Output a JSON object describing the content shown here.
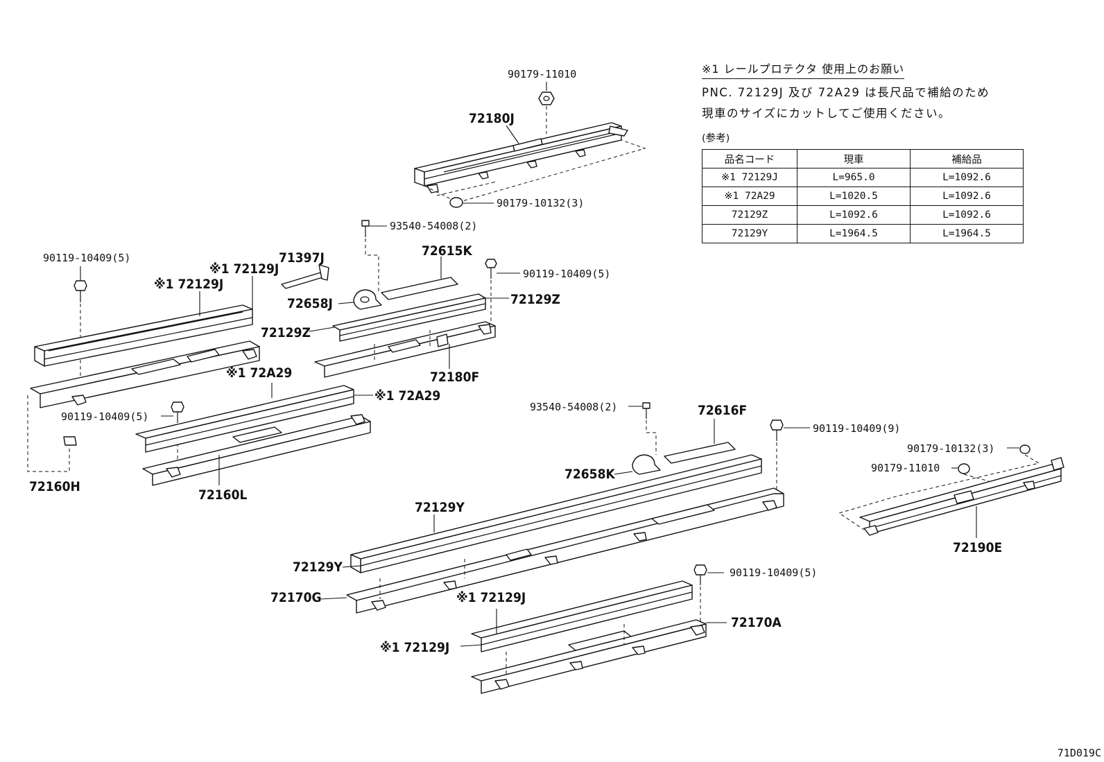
{
  "note": {
    "title": "※1 レールプロテクタ 使用上のお願い",
    "line1": "PNC. 72129J 及び 72A29 は長尺品で補給のため",
    "line2": "現車のサイズにカットしてご使用ください。",
    "reference_label": "(参考)",
    "table_headers": [
      "品名コード",
      "現車",
      "補給品"
    ],
    "table_rows": [
      [
        "※1 72129J",
        "L=965.0",
        "L=1092.6"
      ],
      [
        "※1 72A29",
        "L=1020.5",
        "L=1092.6"
      ],
      [
        "72129Z",
        "L=1092.6",
        "L=1092.6"
      ],
      [
        "72129Y",
        "L=1964.5",
        "L=1964.5"
      ]
    ]
  },
  "labels": {
    "a_90179_11010": "90179-11010",
    "a_72180J": "72180J",
    "a_90179_10132_3": "90179-10132(3)",
    "b_93540_54008_2": "93540-54008(2)",
    "b_71397J": "71397J",
    "b_72615K": "72615K",
    "b_90119_10409_5": "90119-10409(5)",
    "b_72658J": "72658J",
    "b_72129Z_r": "72129Z",
    "b_72129Z_l": "72129Z",
    "b_72180F": "72180F",
    "c_90119_10409_5": "90119-10409(5)",
    "c_72129J_top": "※1 72129J",
    "c_72129J": "※1 72129J",
    "c_72A29": "※1 72A29",
    "c_72A29_r": "※1 72A29",
    "c_90119_10409_5b": "90119-10409(5)",
    "c_72160H": "72160H",
    "c_72160L": "72160L",
    "d_93540_54008_2": "93540-54008(2)",
    "d_72616F": "72616F",
    "d_90119_10409_9": "90119-10409(9)",
    "d_72658K": "72658K",
    "d_72129Y_top": "72129Y",
    "d_72129Y": "72129Y",
    "d_72170G": "72170G",
    "e_90179_10132_3": "90179-10132(3)",
    "e_90179_11010": "90179-11010",
    "e_72190E": "72190E",
    "f_90119_10409_5": "90119-10409(5)",
    "f_72129J_top": "※1 72129J",
    "f_72129J": "※1 72129J",
    "f_72170A": "72170A"
  },
  "figure_id": "71D019C"
}
